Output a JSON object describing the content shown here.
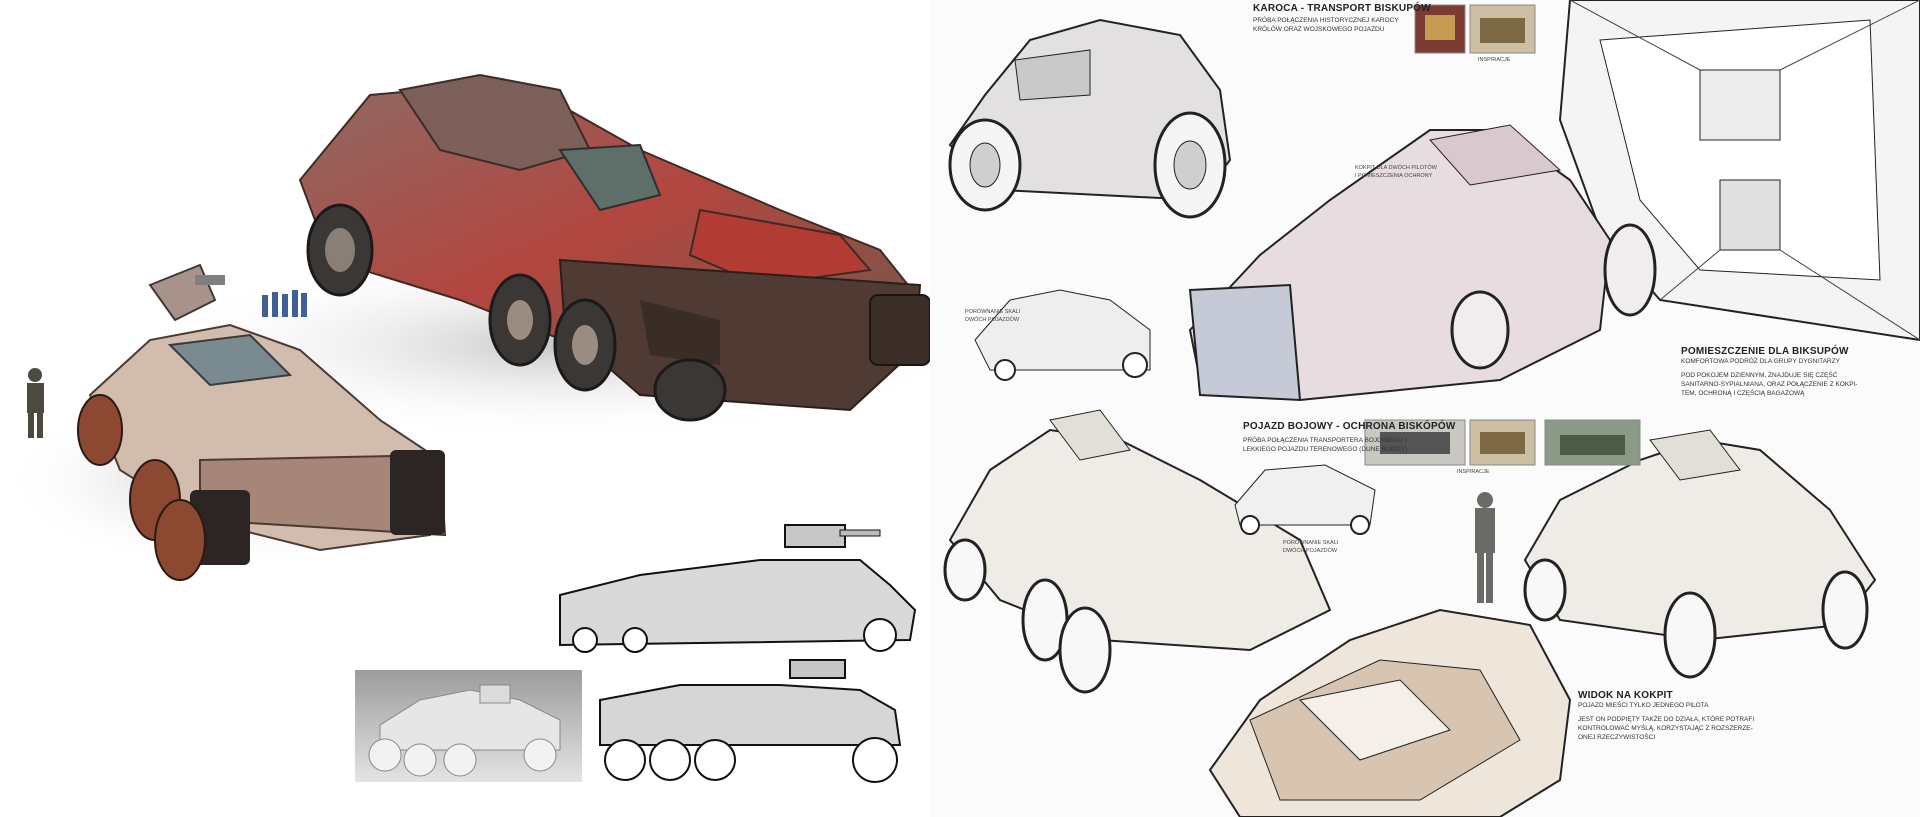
{
  "karoca": {
    "title": "KAROCA - TRANSPORT BISKUPÓW",
    "desc_1": "PRÓBA POŁĄCZENIA HISTORYCZNEJ KAROCY",
    "desc_2": "KRÓLÓW ORAZ WOJSKOWEGO POJAZDU",
    "inspiracje": "INSPIRACJE",
    "kokpit_1": "KOKPIT DLA DWÓCH PILOTÓW",
    "kokpit_2": "I POMIESZCZENIA OCHRONY",
    "scale_1": "PORÓWNANIE SKALI",
    "scale_2": "DWÓCH POJAZDÓW"
  },
  "pomieszczenie": {
    "title": "POMIESZCZENIE DLA BIKSUPÓW",
    "subtitle": "KOMFORTOWA PODRÓŻ DLA GRUPY DYGNITARZY",
    "desc_1": "POD POKOJEM DZIENNYM, ZNAJDUJE SIĘ CZĘŚĆ",
    "desc_2": "SANITARNO-SYPIALNIANA, ORAZ POŁĄCZENIE Z KOKPI-",
    "desc_3": "TEM, OCHRONĄ I CZĘŚCIĄ BAGAŻOWĄ"
  },
  "bojowy": {
    "title": "POJAZD BOJOWY - OCHRONA BISKÓPÓW",
    "desc_1": "PRÓBA POŁĄCZENIA  TRANSPORTERA BOJOWEGO I",
    "desc_2": "LEKKIEGO POJAZDU TERENOWEGO (DUNE BUGGY)",
    "inspiracje": "INSPIRACJE",
    "scale_1": "PORÓWNANIE SKALI",
    "scale_2": "DWÓCH POJAZDÓW"
  },
  "kokpit": {
    "title": "WIDOK NA KOKPIT",
    "subtitle": "POJAZD MIEŚCI TYLKO JEDNEGO PILOTA",
    "desc_1": "JEST ON PODPIĘTY TAKŻE DO DZIAŁA, KTÓRE POTRAFI",
    "desc_2": "KONTROLOWAĆ MYŚLĄ, KORZYSTAJĄC Z ROZSZERZE-",
    "desc_3": "ONEJ RZECZYWISTOŚCI"
  }
}
